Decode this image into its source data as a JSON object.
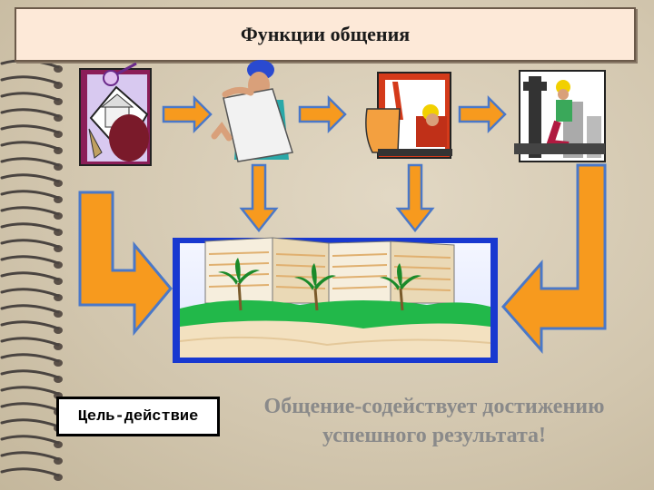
{
  "title": "Функции общения",
  "goal_box": "Цель-действие",
  "conclusion": {
    "line1": "Общение-содействует достижению",
    "line2": "успешного результата!"
  },
  "colors": {
    "title_bg": "#fde9d8",
    "arrow_fill": "#f79a1e",
    "arrow_stroke": "#4a78c8",
    "building_frame": "#1838d0"
  },
  "icons": [
    "architect-icon",
    "engineer-icon",
    "excavator-icon",
    "construction-worker-icon",
    "resort-building-icon"
  ]
}
